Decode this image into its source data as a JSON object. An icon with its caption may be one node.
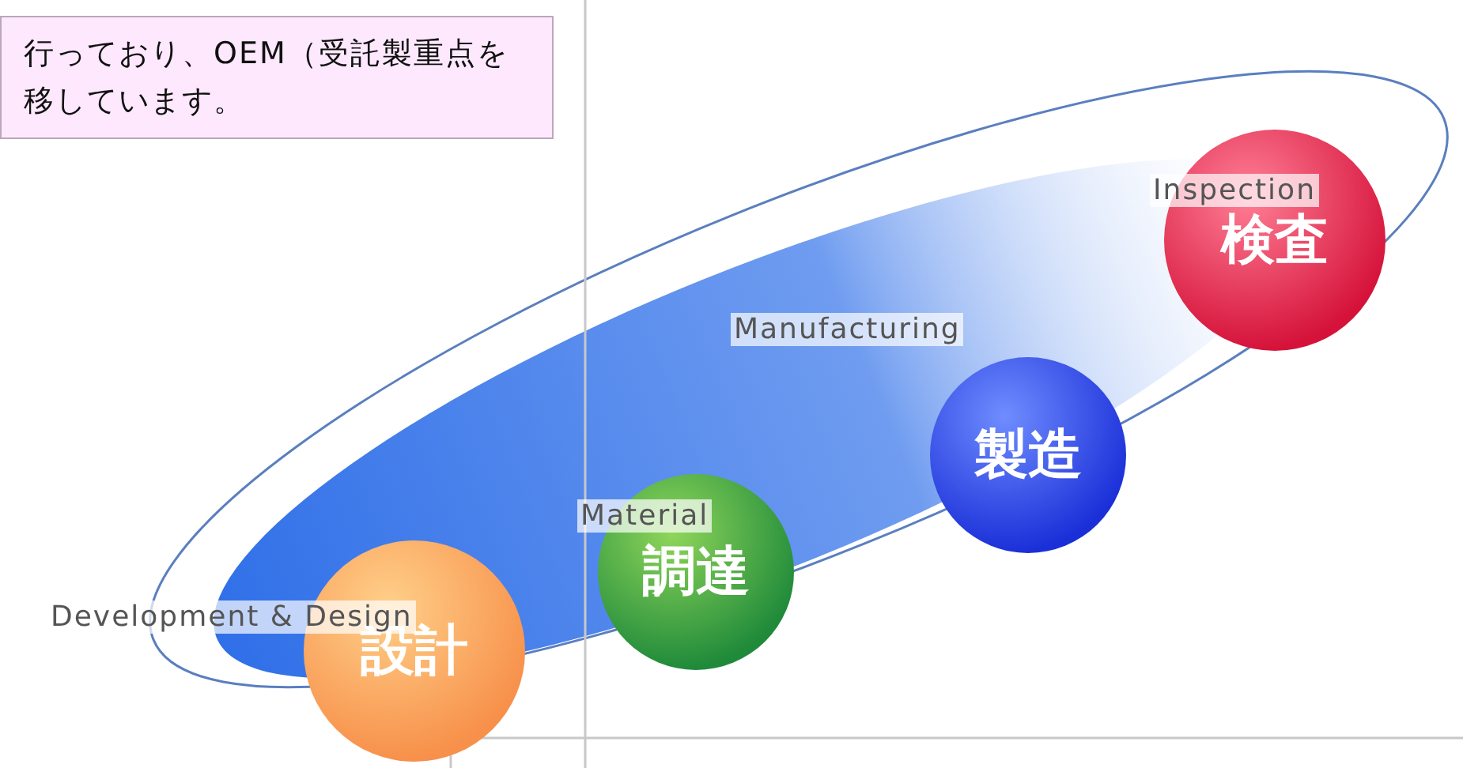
{
  "diagram": {
    "nodes": [
      {
        "text": [
          "行っており、OEM（受託製重点を移しています。"
        ]
      },
      {
        "text": [
          "Development & Design",
          "設計"
        ]
      },
      {
        "text": [
          "Material",
          "調達"
        ]
      },
      {
        "text": [
          "Manufacturing",
          "製造"
        ]
      },
      {
        "text": [
          "Inspection",
          "検査"
        ]
      }
    ]
  }
}
